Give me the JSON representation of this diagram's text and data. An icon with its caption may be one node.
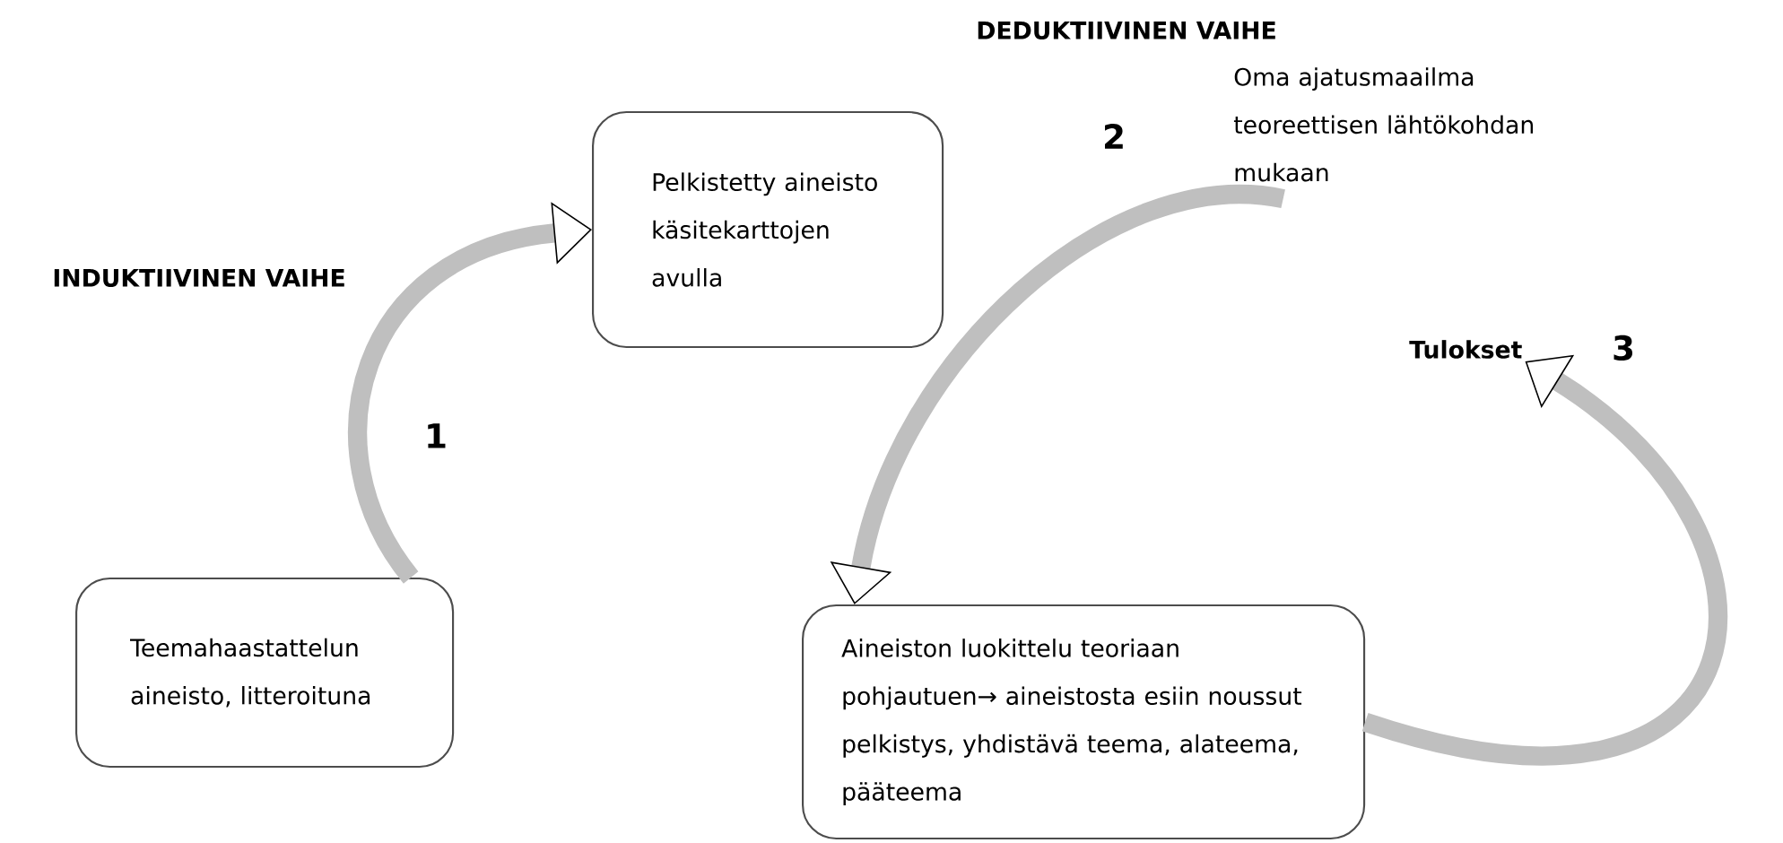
{
  "diagram": {
    "nodes": [
      {
        "text": [
          "Teemahaastattelun aineisto, litteroituna"
        ]
      },
      {
        "text": [
          "Pelkistetty aineisto käsitekarttojen avulla"
        ]
      },
      {
        "text": [
          "Aineiston luokittelu teoriaan pohjautuen→ aineistosta esiin noussut pelkistys, yhdistävä teema, alateema, pääteema"
        ]
      },
      {
        "text": [
          "Oma ajatusmaailma teoreettisen lähtökohdan mukaan"
        ]
      },
      {
        "text": [
          "Tulokset"
        ]
      }
    ],
    "edges": [
      {
        "from": 0,
        "to": 1,
        "arrow": "to"
      },
      {
        "from": 3,
        "to": 2,
        "arrow": "to"
      },
      {
        "from": 2,
        "to": 4,
        "arrow": "to"
      }
    ],
    "labels": [
      "DEDUKTIIVINEN VAIHE",
      "2",
      "INDUKTIIVINEN VAIHE",
      "3",
      "1"
    ]
  }
}
